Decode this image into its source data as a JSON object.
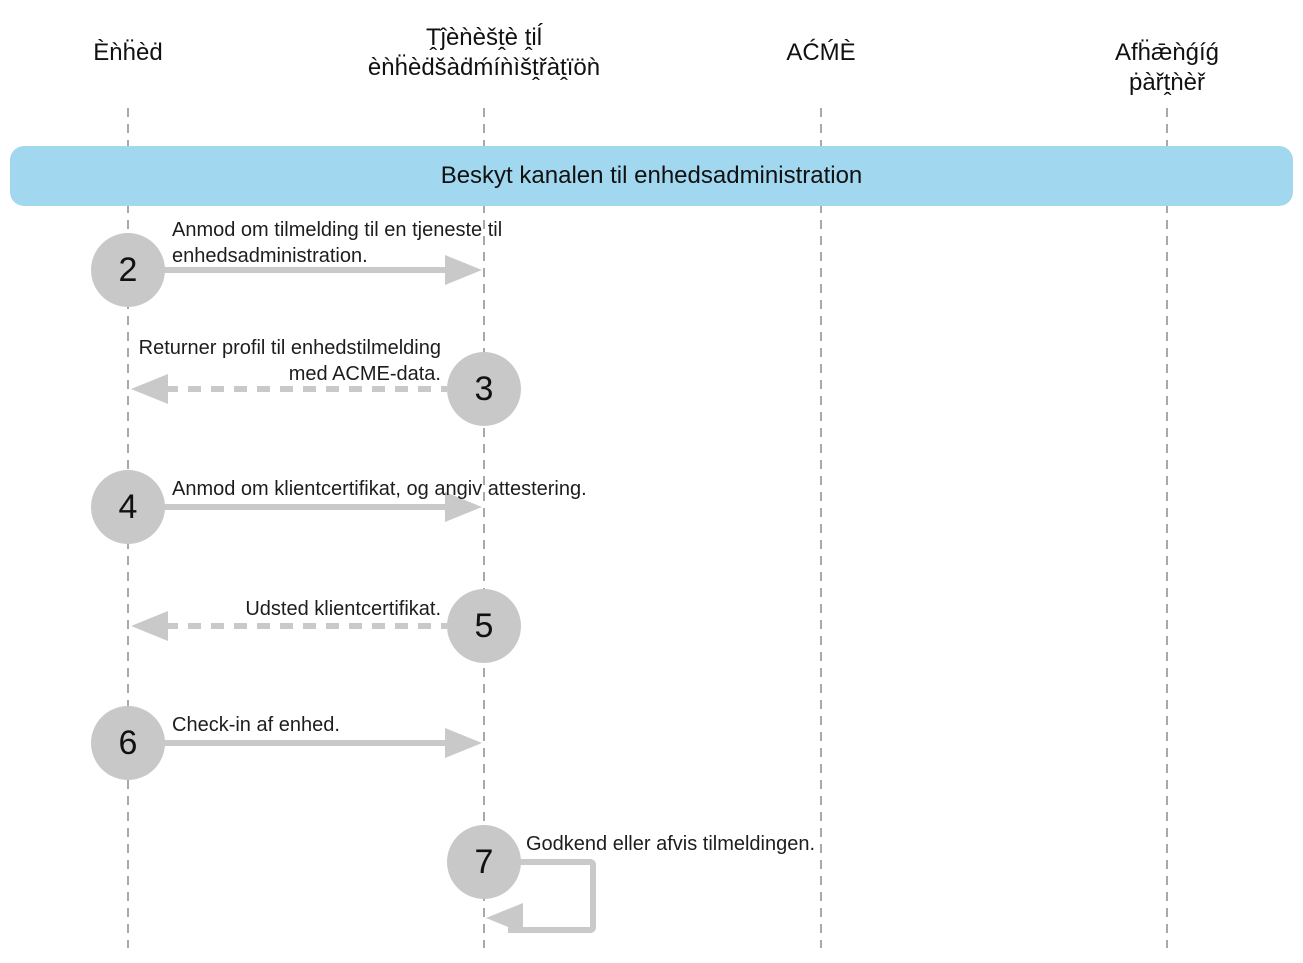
{
  "diagram": {
    "banner": {
      "label": "Beskyt kanalen til enhedsadministration"
    },
    "actors": [
      {
        "id": "enhed",
        "label": "Èǹḧèḋ"
      },
      {
        "id": "tjeneste-til-enhedsadministration",
        "label": "Ṱĵèǹèšṱè ṱiĺ\nèǹḧèḋšàḋḿíǹìšṱřàṱïöǹ"
      },
      {
        "id": "acme",
        "label": "AĆḾÈ"
      },
      {
        "id": "afhaengig-partner",
        "label": "Afḧǣǹǵíǵ ṗàřṱǹèř"
      }
    ],
    "steps": [
      {
        "number": "2",
        "label": "Anmod om tilmelding til en tjeneste til\nenhedsadministration.",
        "from": "enhed",
        "to": "tjeneste-til-enhedsadministration",
        "style": "solid"
      },
      {
        "number": "3",
        "label": "Returner profil til enhedstilmelding\nmed ACME-data.",
        "from": "tjeneste-til-enhedsadministration",
        "to": "enhed",
        "style": "dashed"
      },
      {
        "number": "4",
        "label": "Anmod om klientcertifikat, og angiv attestering.",
        "from": "enhed",
        "to": "tjeneste-til-enhedsadministration",
        "style": "solid"
      },
      {
        "number": "5",
        "label": "Udsted klientcertifikat.",
        "from": "tjeneste-til-enhedsadministration",
        "to": "enhed",
        "style": "dashed"
      },
      {
        "number": "6",
        "label": "Check-in af enhed.",
        "from": "enhed",
        "to": "tjeneste-til-enhedsadministration",
        "style": "solid"
      },
      {
        "number": "7",
        "label": "Godkend eller afvis tilmeldingen.",
        "from": "tjeneste-til-enhedsadministration",
        "to": "tjeneste-til-enhedsadministration",
        "style": "self-loop"
      }
    ],
    "colors": {
      "banner_blue": "#a1d8f0",
      "node_grey": "#c8c8c8",
      "arrow_grey": "#c9c9c9",
      "lifeline_grey": "#a9a9a9",
      "text": "#1d1d1f"
    }
  }
}
